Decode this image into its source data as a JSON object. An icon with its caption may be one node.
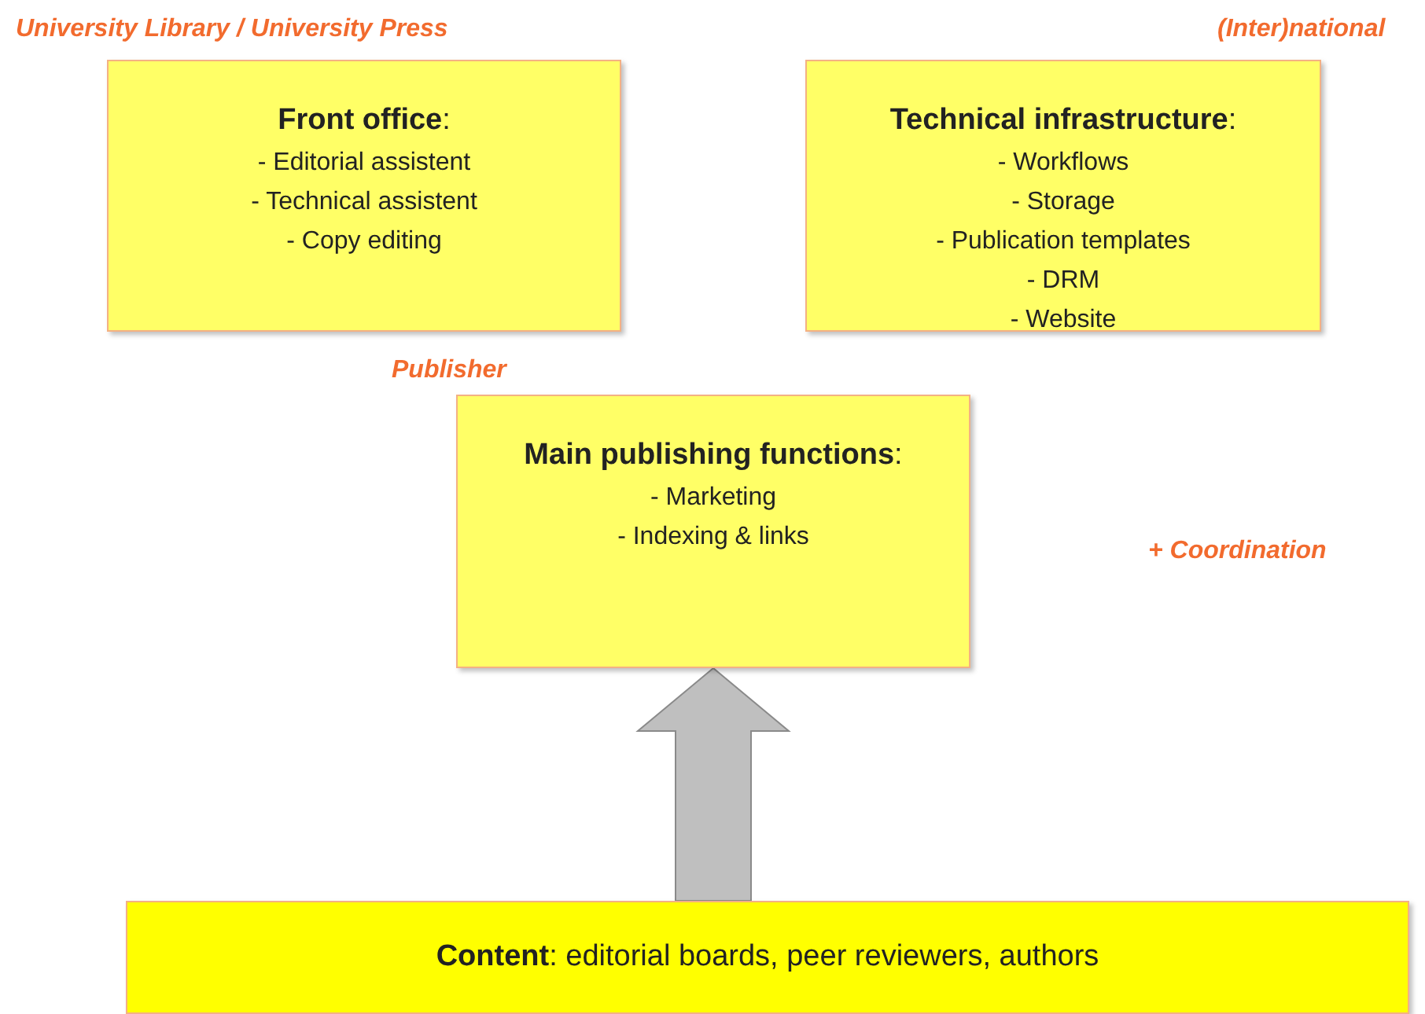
{
  "diagram": {
    "nodes": [
      {
        "text": [
          "**Front office**:",
          "- Editorial assistent",
          "- Technical assistent",
          "- Copy editing"
        ],
        "beside": [
          "University Library / University Press"
        ]
      },
      {
        "text": [
          "**Technical infrastructure**:",
          "- Workflows",
          "- Storage",
          "- Publication templates",
          "- DRM",
          "- Website"
        ],
        "beside": [
          "(Inter)national"
        ]
      },
      {
        "text": [
          "**Main publishing functions**:",
          "- Marketing",
          "- Indexing & links"
        ],
        "beside": [
          "Publisher"
        ]
      },
      {
        "text": [
          "**Content**: editorial boards, peer reviewers, authors"
        ]
      }
    ],
    "edges": [
      {
        "from": 3,
        "to": 2,
        "arrow": "to",
        "style": "thick",
        "color": "#bfbfbf"
      }
    ],
    "labels": [
      "+ Coordination"
    ]
  }
}
